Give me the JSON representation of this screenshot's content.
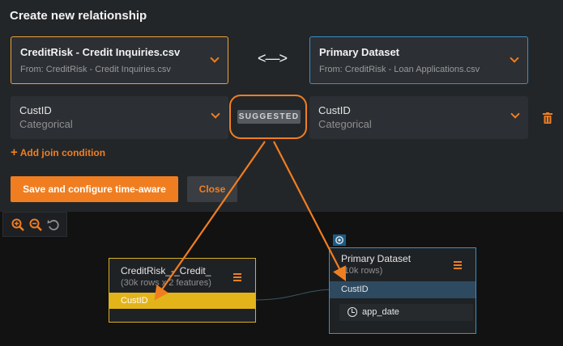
{
  "dialog": {
    "title": "Create new relationship"
  },
  "left_dataset": {
    "name": "CreditRisk - Credit Inquiries.csv",
    "from": "From: CreditRisk - Credit Inquiries.csv"
  },
  "right_dataset": {
    "name": "Primary Dataset",
    "from": "From: CreditRisk - Loan Applications.csv"
  },
  "link_symbol": "<—>",
  "left_feature": {
    "name": "CustID",
    "type": "Categorical"
  },
  "right_feature": {
    "name": "CustID",
    "type": "Categorical"
  },
  "suggested_badge": "SUGGESTED",
  "add_join_label": "Add join condition",
  "buttons": {
    "save": "Save and configure time-aware",
    "close": "Close"
  },
  "graph": {
    "left_node": {
      "name": "CreditRisk_-_Credit_",
      "subtitle": "(30k rows x 2 features)",
      "key": "CustID"
    },
    "right_node": {
      "name": "Primary Dataset",
      "subtitle": "(10k rows)",
      "key": "CustID",
      "date_feature": "app_date"
    }
  },
  "icons": [
    "chevron-down-icon",
    "trash-icon",
    "plus-icon",
    "zoom-in-icon",
    "zoom-out-icon",
    "reset-icon",
    "menu-icon",
    "clock-icon",
    "primary-target-icon"
  ],
  "colors": {
    "accent": "#f07e21",
    "left_border": "#e8a33c",
    "right_border": "#3d8fc4",
    "key_row_left": "#e3b41a",
    "key_row_right": "#2e4a60"
  }
}
